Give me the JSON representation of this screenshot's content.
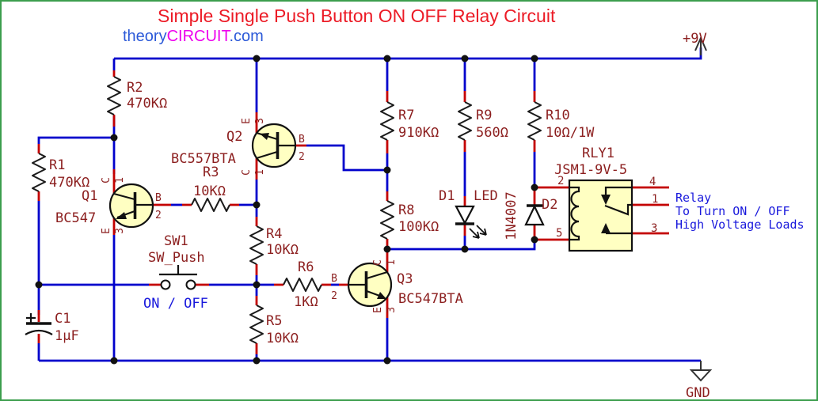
{
  "title": "Simple Single Push Button ON OFF Relay Circuit",
  "brand": {
    "theory": "theory",
    "circuit": "CIRCUIT",
    "dotcom": ".com"
  },
  "power": {
    "vcc_label": "+9V",
    "gnd_label": "GND"
  },
  "note": {
    "line1": "Relay",
    "line2": "To Turn ON / OFF",
    "line3": "High Voltage Loads"
  },
  "switch": {
    "ref": "SW1",
    "value": "SW_Push",
    "caption": "ON / OFF"
  },
  "resistors": {
    "r1": {
      "ref": "R1",
      "value": "470KΩ"
    },
    "r2": {
      "ref": "R2",
      "value": "470KΩ"
    },
    "r3": {
      "ref": "R3",
      "value": "10KΩ"
    },
    "r4": {
      "ref": "R4",
      "value": "10KΩ"
    },
    "r5": {
      "ref": "R5",
      "value": "10KΩ"
    },
    "r6": {
      "ref": "R6",
      "value": "1KΩ"
    },
    "r7": {
      "ref": "R7",
      "value": "910KΩ"
    },
    "r8": {
      "ref": "R8",
      "value": "100KΩ"
    },
    "r9": {
      "ref": "R9",
      "value": "560Ω"
    },
    "r10": {
      "ref": "R10",
      "value": "10Ω/1W"
    }
  },
  "capacitors": {
    "c1": {
      "ref": "C1",
      "value": "1µF"
    }
  },
  "transistors": {
    "q1": {
      "ref": "Q1",
      "value": "BC547"
    },
    "q2": {
      "ref": "Q2",
      "value": "BC557BTA"
    },
    "q3": {
      "ref": "Q3",
      "value": "BC547BTA"
    }
  },
  "diodes": {
    "d1": {
      "ref": "D1",
      "value": "LED"
    },
    "d2": {
      "ref": "D2",
      "value": "1N4007"
    }
  },
  "relay": {
    "ref": "RLY1",
    "value": "JSM1-9V-5",
    "pin1": "1",
    "pin2": "2",
    "pin3": "3",
    "pin4": "4",
    "pin5": "5"
  },
  "pin_labels": {
    "c": "C",
    "b": "B",
    "e": "E",
    "n1": "1",
    "n2": "2",
    "n3": "3"
  },
  "colors": {
    "wire_blue": "#0000CC",
    "pin_red": "#C40000",
    "label_maroon": "#8C1F1F",
    "title_red": "#EC1B26",
    "brand_blue": "#2B59D8",
    "brand_magenta": "#EE00EE",
    "note_blue": "#1818DC",
    "border_green": "#3C9E4D",
    "component_fill": "#FFFFC2"
  }
}
